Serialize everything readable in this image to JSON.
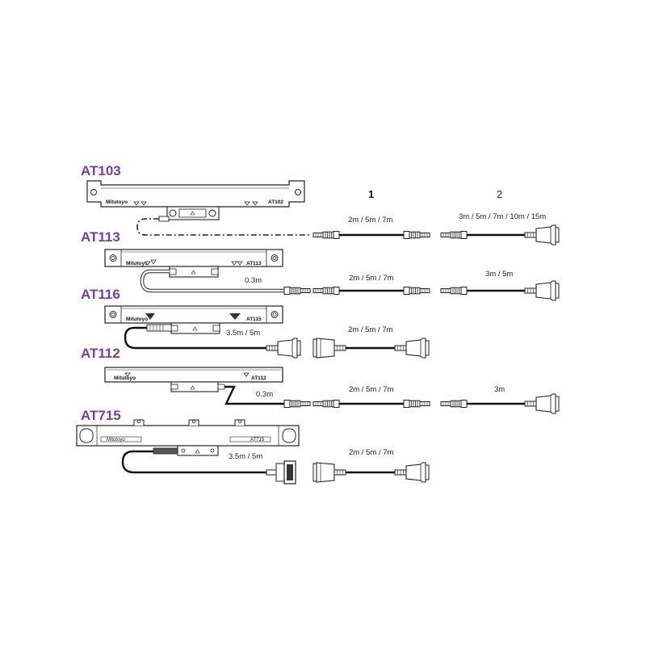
{
  "models": [
    "AT103",
    "AT113",
    "AT116",
    "AT112",
    "AT715"
  ],
  "column_headers": {
    "col1": "1",
    "col2": "2"
  },
  "scale_labels": {
    "at103_brand": "Mitutoyo",
    "at103_model": "AT102",
    "at113_brand": "Mitutoyo",
    "at113_model": "AT113",
    "at116_brand": "Mitutoyo",
    "at116_model": "AT115",
    "at112_brand": "Mitutoyo",
    "at112_model": "AT112",
    "at715_brand": "Mitutoyo",
    "at715_model": "AT715"
  },
  "cable_labels": {
    "row1_col1": "2m / 5m / 7m",
    "row1_col2": "3m / 5m / 7m / 10m / 15m",
    "row2_lead": "0.3m",
    "row2_col1": "2m / 5m / 7m",
    "row2_col2": "3m / 5m",
    "row3_lead": "3.5m / 5m",
    "row3_col1": "2m / 5m / 7m",
    "row4_lead": "0.3m",
    "row4_col1": "2m / 5m / 7m",
    "row4_col2": "3m",
    "row5_lead": "3.5m / 5m",
    "row5_col1": "2m / 5m / 7m"
  }
}
